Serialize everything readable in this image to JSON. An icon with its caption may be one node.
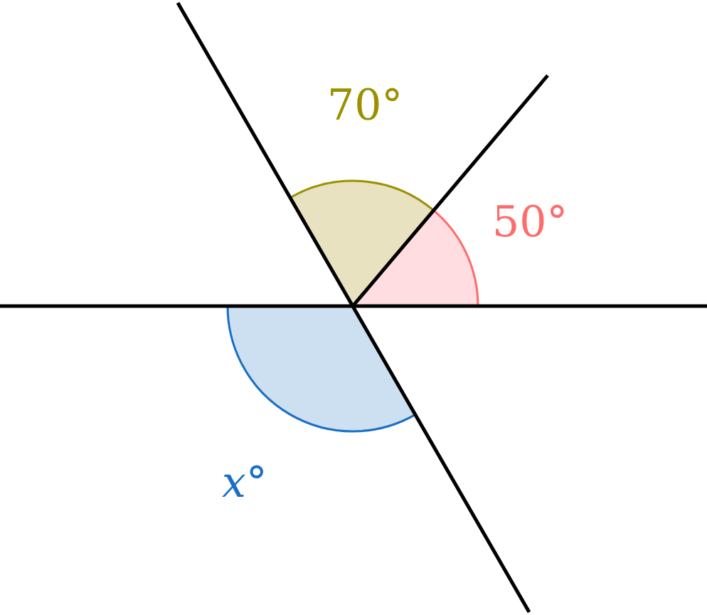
{
  "diagram": {
    "labels": [
      "70°",
      "50°",
      "*x*°"
    ]
  }
}
